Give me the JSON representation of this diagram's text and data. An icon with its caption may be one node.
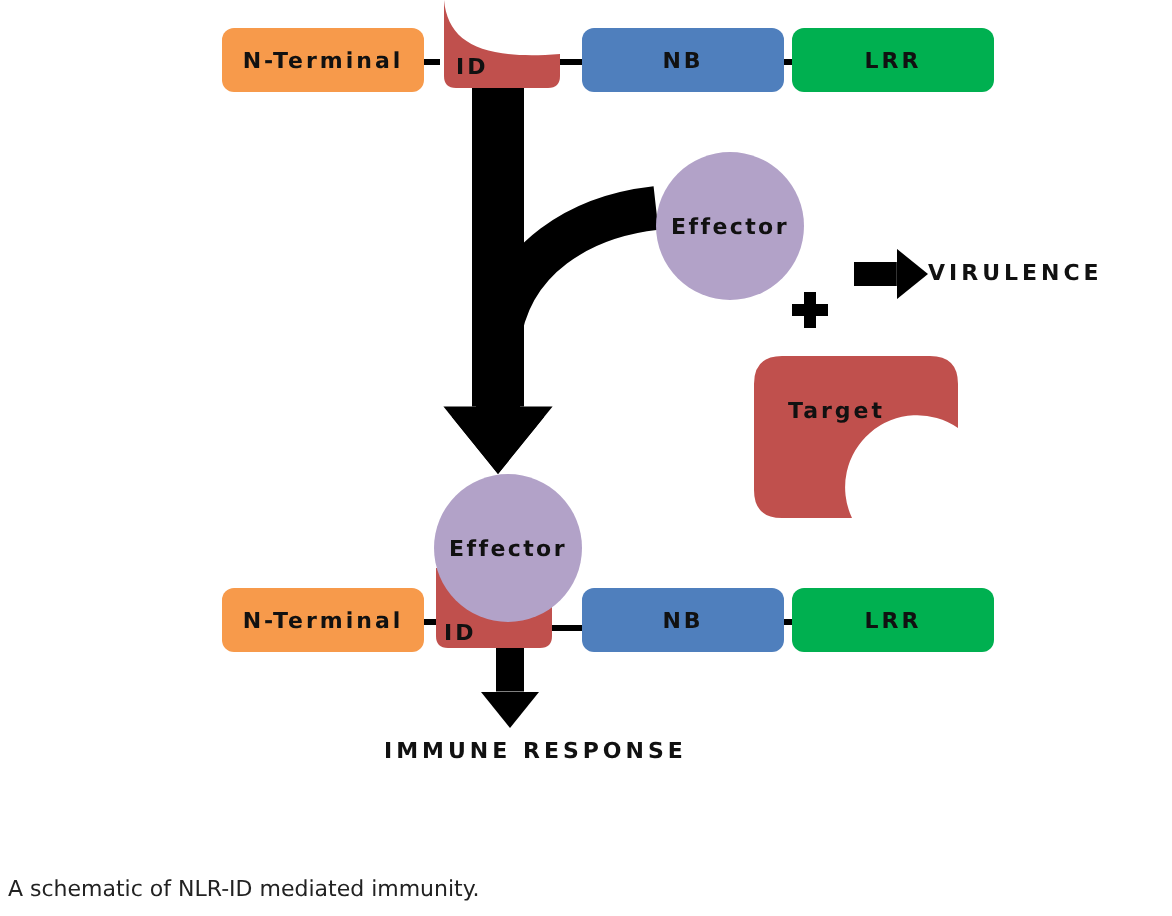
{
  "diagram": {
    "caption": "A schematic of NLR-ID mediated immunity.",
    "nodes": [
      {
        "text": [
          "N-Terminal"
        ]
      },
      {
        "text": [
          "ID"
        ]
      },
      {
        "text": [
          "NB"
        ]
      },
      {
        "text": [
          "LRR"
        ]
      },
      {
        "text": [
          "Effector"
        ]
      },
      {
        "text": [
          "VIRULENCE"
        ]
      },
      {
        "text": [
          "Target"
        ]
      },
      {
        "text": [
          "Effector"
        ]
      },
      {
        "text": [
          "N-Terminal"
        ]
      },
      {
        "text": [
          "ID"
        ]
      },
      {
        "text": [
          "NB"
        ]
      },
      {
        "text": [
          "LRR"
        ]
      },
      {
        "text": [
          "IMMUNE RESPONSE"
        ]
      }
    ],
    "edges": [
      {
        "from": 0,
        "to": 1,
        "arrow": "none"
      },
      {
        "from": 1,
        "to": 2,
        "arrow": "none"
      },
      {
        "from": 2,
        "to": 3,
        "arrow": "none"
      },
      {
        "from": 1,
        "to": 7,
        "arrow": "to",
        "style": "thick"
      },
      {
        "from": 4,
        "to": 7,
        "arrow": "to",
        "style": "thick"
      },
      {
        "from": null,
        "to": 5,
        "arrow": "to",
        "style": "thick"
      },
      {
        "from": 8,
        "to": 9,
        "arrow": "none"
      },
      {
        "from": 9,
        "to": 10,
        "arrow": "none"
      },
      {
        "from": 10,
        "to": 11,
        "arrow": "none"
      },
      {
        "from": 9,
        "to": 12,
        "arrow": "to",
        "style": "thick"
      }
    ]
  }
}
